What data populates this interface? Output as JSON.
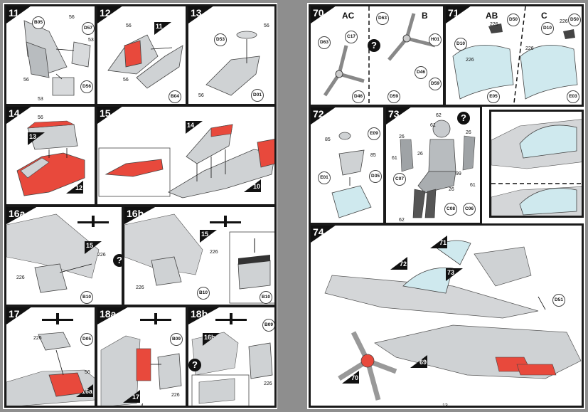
{
  "left_page": {
    "page_number": "4",
    "steps": {
      "s11": {
        "num": "11",
        "parts": [
          "B05",
          "D57",
          "D56"
        ],
        "labels": [
          "56",
          "53",
          "56",
          "53"
        ]
      },
      "s12": {
        "num": "12",
        "ref": "11",
        "parts": [
          "B04"
        ],
        "labels": [
          "56",
          "56"
        ]
      },
      "s13": {
        "num": "13",
        "parts": [
          "D53",
          "D01"
        ],
        "labels": [
          "56",
          "56"
        ]
      },
      "s14": {
        "num": "14",
        "refs": [
          "13",
          "12"
        ],
        "labels": [
          "56"
        ]
      },
      "s15": {
        "num": "15",
        "refs": [
          "14",
          "10"
        ]
      },
      "s16a": {
        "num": "16a",
        "ref": "15",
        "parts": [
          "B10"
        ],
        "labels": [
          "226",
          "226"
        ]
      },
      "s16b": {
        "num": "16b",
        "ref": "15",
        "parts": [
          "B10",
          "B10"
        ],
        "labels": [
          "226",
          "226"
        ]
      },
      "s17": {
        "num": "17",
        "ref": "16a",
        "parts": [
          "D05"
        ],
        "labels": [
          "226",
          "56"
        ]
      },
      "s18a": {
        "num": "18a",
        "ref": "17",
        "parts": [
          "B09"
        ],
        "labels": [
          "226"
        ]
      },
      "s18b": {
        "num": "18b",
        "ref": "16b",
        "parts": [
          "B09"
        ],
        "labels": [
          "226"
        ]
      }
    }
  },
  "right_page": {
    "page_number": "13",
    "steps": {
      "s70": {
        "num": "70",
        "variant_a": "AC",
        "variant_b": "B",
        "parts": [
          "D63",
          "C17",
          "D63",
          "H01",
          "D46",
          "D46",
          "D59",
          "D59"
        ]
      },
      "s71": {
        "num": "71",
        "variant_a": "AB",
        "variant_b": "C",
        "parts": [
          "D50",
          "D10",
          "D50",
          "D10",
          "E05",
          "E03"
        ],
        "labels": [
          "226",
          "226",
          "226",
          "226"
        ]
      },
      "s72": {
        "num": "72",
        "parts": [
          "E09",
          "D35",
          "E01"
        ],
        "labels": [
          "85",
          "85"
        ]
      },
      "s73": {
        "num": "73",
        "parts": [
          "C07",
          "C08",
          "C06"
        ],
        "labels": [
          "62",
          "61",
          "26",
          "26",
          "61",
          "26",
          "99",
          "26",
          "61",
          "62"
        ]
      },
      "s74": {
        "num": "74",
        "refs": [
          "71",
          "72",
          "73",
          "70",
          "69"
        ],
        "parts": [
          "D51"
        ]
      }
    }
  },
  "colors": {
    "highlight": "#e8493c",
    "frame": "#1a1a1a",
    "part_grey": "#cfd2d4",
    "canopy": "#cfe9ee"
  }
}
